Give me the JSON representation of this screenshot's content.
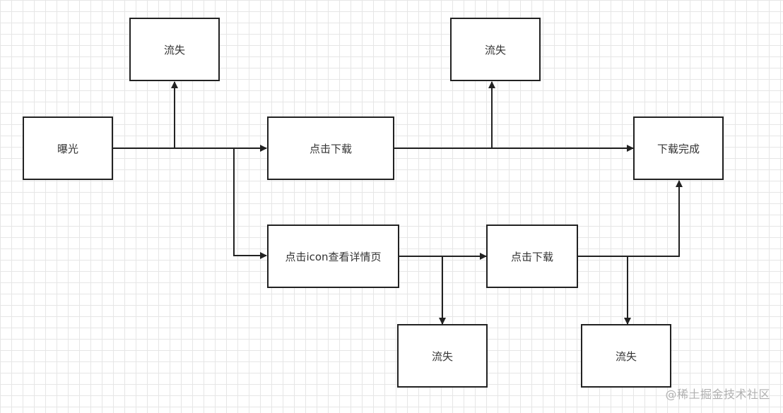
{
  "nodes": {
    "exposure": "曝光",
    "click_download_top": "点击下载",
    "download_complete": "下载完成",
    "click_icon_detail": "点击icon查看详情页",
    "click_download_bottom": "点击下载",
    "churn_1": "流失",
    "churn_2": "流失",
    "churn_3": "流失",
    "churn_4": "流失"
  },
  "watermark": "@稀土掘金技术社区",
  "colors": {
    "line": "#222222",
    "box_border": "#222222",
    "grid": "#e6e6e6"
  }
}
